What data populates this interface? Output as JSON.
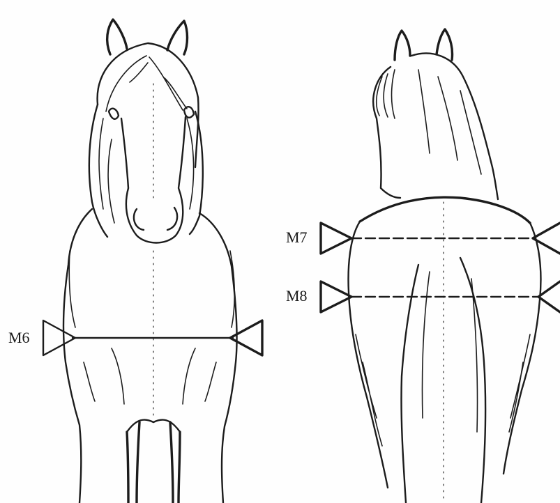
{
  "figure": {
    "labels": {
      "m6": "M6",
      "m7": "M7",
      "m8": "M8"
    },
    "ink_color": "#1c1c1c",
    "background": "#ffffff"
  }
}
